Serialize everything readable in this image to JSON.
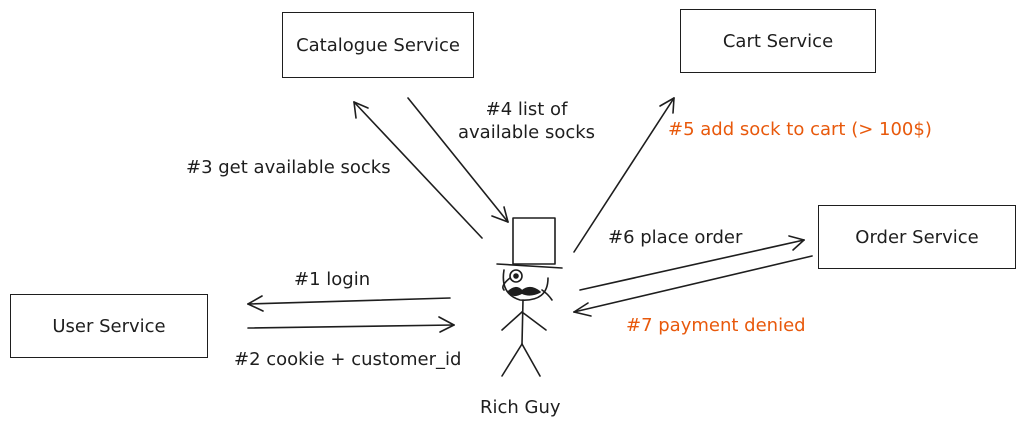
{
  "services": {
    "catalogue": "Catalogue Service",
    "cart": "Cart Service",
    "order": "Order Service",
    "user": "User Service"
  },
  "actor": {
    "name": "Rich Guy"
  },
  "steps": {
    "s1": "#1 login",
    "s2": "#2 cookie + customer_id",
    "s3": "#3 get available socks",
    "s4_line1": "#4 list of",
    "s4_line2": "available socks",
    "s5": "#5 add sock to cart (> 100$)",
    "s6": "#6 place order",
    "s7": "#7 payment denied"
  },
  "colors": {
    "stroke": "#1e1e1e",
    "error": "#e8590c"
  }
}
